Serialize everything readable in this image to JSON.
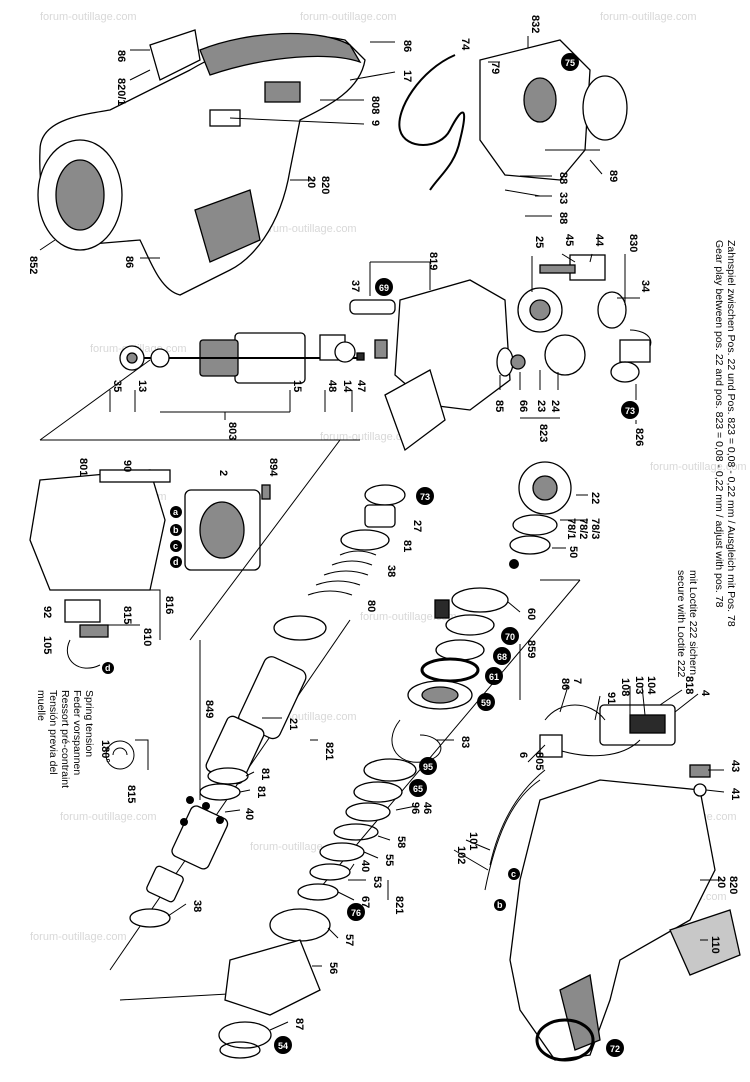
{
  "part_numbers": {
    "top_housing": [
      "86",
      "820/1",
      "86",
      "17",
      "808",
      "9",
      "820",
      "20",
      "86",
      "852"
    ],
    "cord_group": [
      "74",
      "832",
      "79",
      "75",
      "88",
      "33",
      "88",
      "89"
    ],
    "gear_group": [
      "819",
      "37",
      "69",
      "25",
      "45",
      "44",
      "830",
      "34",
      "85",
      "66",
      "23",
      "24",
      "823",
      "73",
      "826"
    ],
    "armature_group": [
      "35",
      "13",
      "15",
      "48",
      "14",
      "47",
      "803"
    ],
    "field_group": [
      "90",
      "801",
      "2",
      "894",
      "a",
      "b",
      "c",
      "d"
    ],
    "switch_group": [
      "92",
      "815",
      "816",
      "105",
      "810",
      "d"
    ],
    "spring_note": [
      "180°",
      "815"
    ],
    "clutch_group": [
      "73",
      "27",
      "81",
      "38",
      "80",
      "22",
      "78/3",
      "78/2",
      "78/1",
      "50"
    ],
    "spindle_group": [
      "849",
      "21",
      "821",
      "81",
      "81",
      "40",
      "38"
    ],
    "bearing_group": [
      "60",
      "70",
      "68",
      "61",
      "59",
      "859",
      "83",
      "95",
      "65",
      "46",
      "96",
      "58",
      "55",
      "40",
      "53",
      "67",
      "76",
      "821",
      "57",
      "56",
      "87",
      "54"
    ],
    "handle_group": [
      "4",
      "818",
      "86",
      "7",
      "108",
      "91",
      "103",
      "104",
      "6",
      "805",
      "43",
      "41",
      "101",
      "102",
      "c",
      "b",
      "820",
      "20",
      "110",
      "72"
    ]
  },
  "notes": {
    "gear_play_de": "Zahnspiel zwischen Pos. 22 und Pos. 823 = 0,08 - 0,22 mm / Ausgleich mit Pos. 78",
    "gear_play_en": "Gear play between pos. 22 and pos. 823 = 0,08 - 0,22 mm / adjust with pos. 78",
    "loctite_de": "mit Loctite 222 sichern",
    "loctite_en": "secure with Loctite 222",
    "spring_lines": [
      "Spring tension",
      "Feder vorspannen",
      "Ressort pré-contraint",
      "Tensión previa del",
      "muelle"
    ]
  },
  "watermark": "forum-outillage.com"
}
